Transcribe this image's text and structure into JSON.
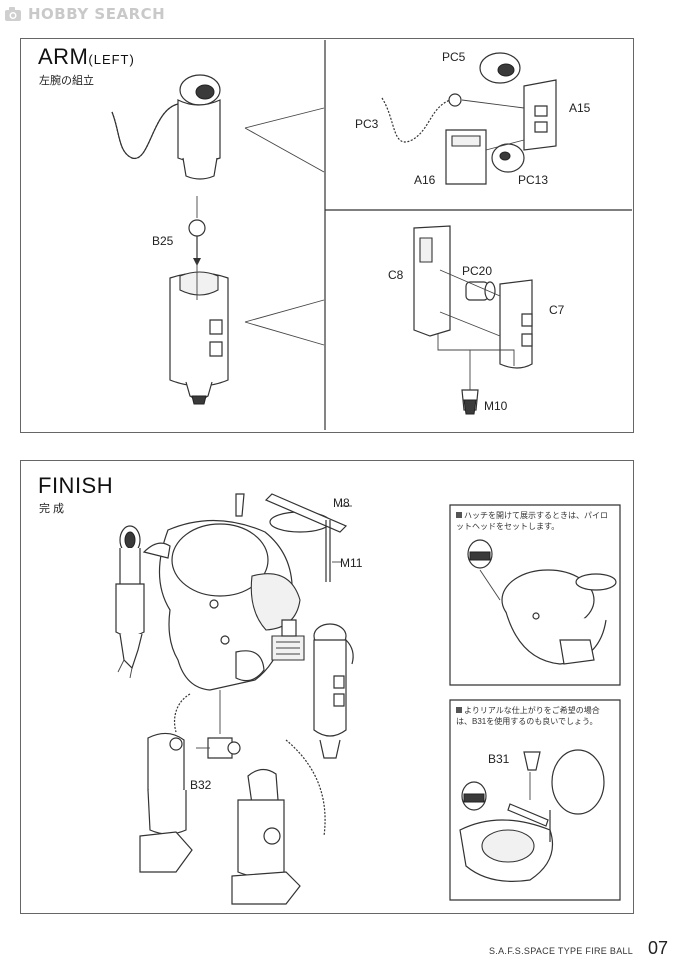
{
  "watermark": {
    "text": "HOBBY SEARCH"
  },
  "arm_section": {
    "title": "ARM",
    "title_suffix": "(LEFT)",
    "subtitle": "左腕の組立",
    "labels": {
      "pc5": "PC5",
      "pc3": "PC3",
      "a15": "A15",
      "a16": "A16",
      "pc13": "PC13",
      "b25": "B25",
      "c8": "C8",
      "pc20": "PC20",
      "c7": "C7",
      "m10": "M10"
    }
  },
  "finish_section": {
    "title": "FINISH",
    "subtitle": "完 成",
    "labels": {
      "m8": "M8",
      "m11": "M11",
      "b32": "B32",
      "b31": "B31"
    },
    "note1": "ハッチを開けて展示するときは、パイロットヘッドをセットします。",
    "note2": "よりリアルな仕上がりをご希望の場合は、B31を使用するのも良いでしょう。"
  },
  "footer": {
    "product": "S.A.F.S.SPACE TYPE FIRE BALL",
    "page_number": "07"
  }
}
